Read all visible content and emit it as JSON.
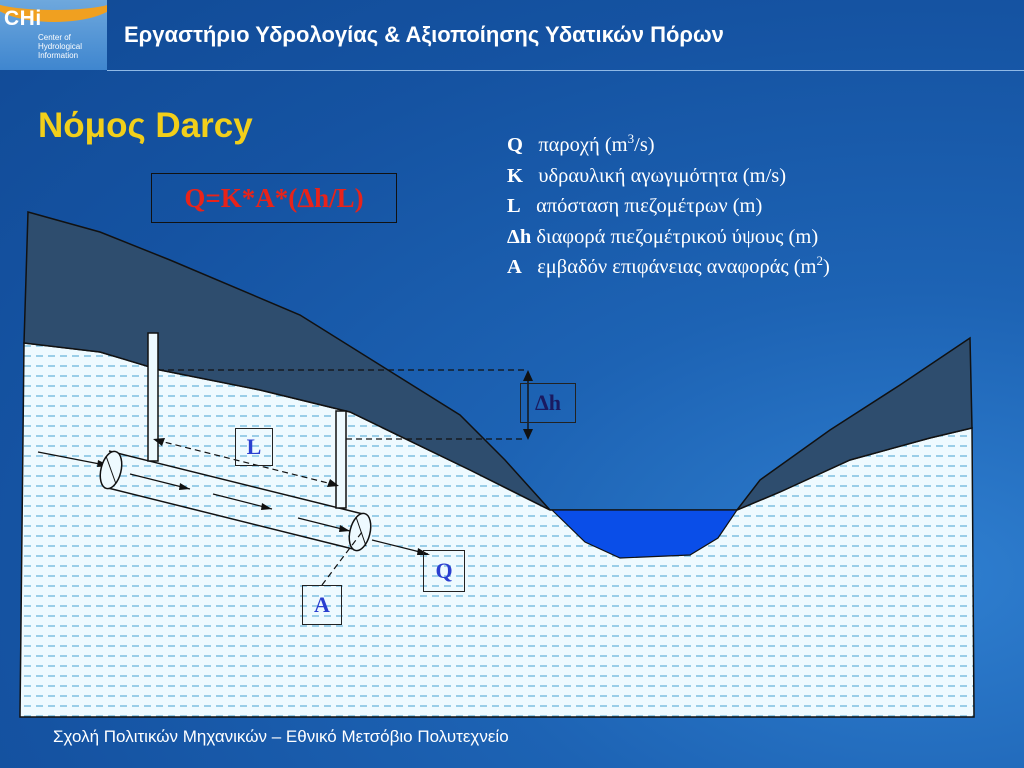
{
  "header": {
    "logo_text": "CHi",
    "logo_subtitle": [
      "Center of",
      "Hydrological",
      "Information"
    ],
    "title": "Εργαστήριο Υδρολογίας & Αξιοποίησης Υδατικών Πόρων"
  },
  "slide": {
    "title": "Νόμος Darcy",
    "formula": "Q=K*A*(Δh/L)"
  },
  "legend": [
    {
      "symbol": "Q",
      "text": "παροχή (m",
      "sup": "3",
      "after": "/s)"
    },
    {
      "symbol": "K",
      "text": "υδραυλική αγωγιμότητα (m/s)",
      "sup": "",
      "after": ""
    },
    {
      "symbol": "L",
      "text": "απόσταση πιεζομέτρων (m)",
      "sup": "",
      "after": ""
    },
    {
      "symbol": "Δh",
      "text": "διαφορά πιεζομέτρικού ύψους (m)",
      "sup": "",
      "after": ""
    },
    {
      "symbol": "A",
      "text": "εμβαδόν επιφάνειας αναφοράς (m",
      "sup": "2",
      "after": ")"
    }
  ],
  "diagram_labels": {
    "dh": "Δh",
    "l": "L",
    "q": "Q",
    "a": "A"
  },
  "footer": "Σχολή Πολιτικών Μηχανικών – Εθνικό Μετσόβιο Πολυτεχνείο",
  "colors": {
    "background": "#1553a2",
    "title_yellow": "#f2cf1a",
    "formula_red": "#e8231a",
    "terrain": "#2e4d6e",
    "ground": "#eefaff",
    "water": "#0a4ee8",
    "label_blue": "#2a3fd0"
  }
}
